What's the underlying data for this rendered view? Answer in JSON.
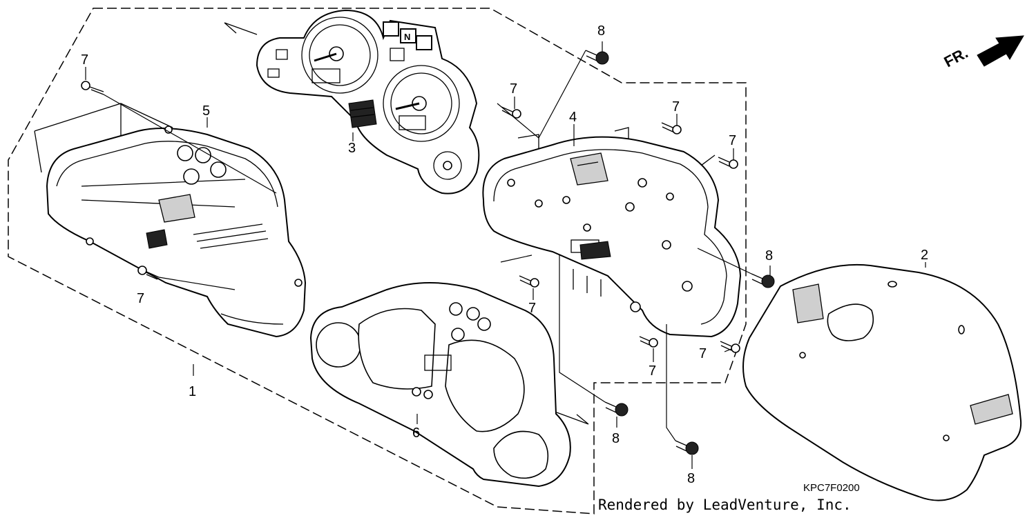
{
  "diagram": {
    "part_number_labels": [
      {
        "id": "lbl-1",
        "text": "1"
      },
      {
        "id": "lbl-2",
        "text": "2"
      },
      {
        "id": "lbl-3",
        "text": "3"
      },
      {
        "id": "lbl-4",
        "text": "4"
      },
      {
        "id": "lbl-5",
        "text": "5"
      },
      {
        "id": "lbl-6",
        "text": "6"
      },
      {
        "id": "lbl-7a",
        "text": "7"
      },
      {
        "id": "lbl-7b",
        "text": "7"
      },
      {
        "id": "lbl-7c",
        "text": "7"
      },
      {
        "id": "lbl-7d",
        "text": "7"
      },
      {
        "id": "lbl-7e",
        "text": "7"
      },
      {
        "id": "lbl-7f",
        "text": "7"
      },
      {
        "id": "lbl-7g",
        "text": "7"
      },
      {
        "id": "lbl-7h",
        "text": "7"
      },
      {
        "id": "lbl-8a",
        "text": "8"
      },
      {
        "id": "lbl-8b",
        "text": "8"
      },
      {
        "id": "lbl-8c",
        "text": "8"
      },
      {
        "id": "lbl-8d",
        "text": "8"
      }
    ],
    "front_indicator": "FR.",
    "diagram_code": "KPC7F0200",
    "credit": "Rendered by LeadVenture, Inc.",
    "gauge_glyphs": {
      "neutral": "N"
    }
  }
}
